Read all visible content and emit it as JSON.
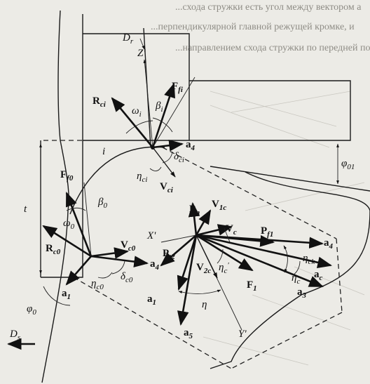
{
  "background_text": [
    "...схода стружки есть угол между вектором а",
    "...перпендикулярной главной режущей кромке, и",
    "...направлением схода стружки по передней по..."
  ],
  "labels": {
    "Dr_sym": "D",
    "Dr_sub": "r",
    "Zp": "Z'",
    "Ffi_sym": "F",
    "Ffi_sub": "fi",
    "Rci_sym": "R",
    "Rci_sub": "ci",
    "omega_i_sym": "ω",
    "omega_i_sub": "i",
    "beta_i_sym": "β",
    "beta_i_sub": "i",
    "i": "i",
    "a4_top_sym": "a",
    "a4_top_sub": "4",
    "delta_ci_sym": "δ",
    "delta_ci_sub": "ci",
    "eta_ci_sym": "η",
    "eta_ci_sub": "ci",
    "Vci_sym": "V",
    "Vci_sub": "ci",
    "phi01_sym": "φ",
    "phi01_sub": "01",
    "Ff0_sym": "F",
    "Ff0_sub": "f0",
    "beta0_sym": "β",
    "beta0_sub": "0",
    "omega0_sym": "ω",
    "omega0_sub": "0",
    "t": "t",
    "Rc0_sym": "R",
    "Rc0_sub": "c0",
    "Vc0_sym": "V",
    "Vc0_sub": "c0",
    "a4_left_sym": "a",
    "a4_left_sub": "4",
    "delta_c0_sym": "δ",
    "delta_c0_sub": "c0",
    "eta_c0_sym": "η",
    "eta_c0_sub": "c0",
    "a1_left_sym": "a",
    "a1_left_sub": "1",
    "phi0_sym": "φ",
    "phi0_sub": "0",
    "Ds_sym": "D",
    "Ds_sub": "s",
    "Pn_sym": "P",
    "Pn_sub": "n",
    "V1c_sym": "V",
    "V1c_sub": "1c",
    "Vc_sym": "V",
    "Vc_sub": "c",
    "Pf1_sym": "P",
    "Pf1_sub": "f1",
    "a4_right_sym": "a",
    "a4_right_sub": "4",
    "Xp": "X'",
    "Pt2_sym": "P",
    "Pt2_sub": "t2",
    "V2c_sym": "V",
    "V2c_sub": "2c",
    "etacp_sym": "η",
    "etacp_sub": "c",
    "etack_sym": "η",
    "etack_sub": "ck",
    "F1_sym": "F",
    "F1_sub": "1",
    "etac_sym": "η",
    "etac_sub": "c",
    "ac_sym": "a",
    "ac_sub": "c",
    "a1_right_sym": "a",
    "a1_right_sub": "1",
    "eta": "η",
    "a3_sym": "a",
    "a3_sub": "3",
    "a5_sym": "a",
    "a5_sub": "5",
    "Yp": "Y'"
  }
}
